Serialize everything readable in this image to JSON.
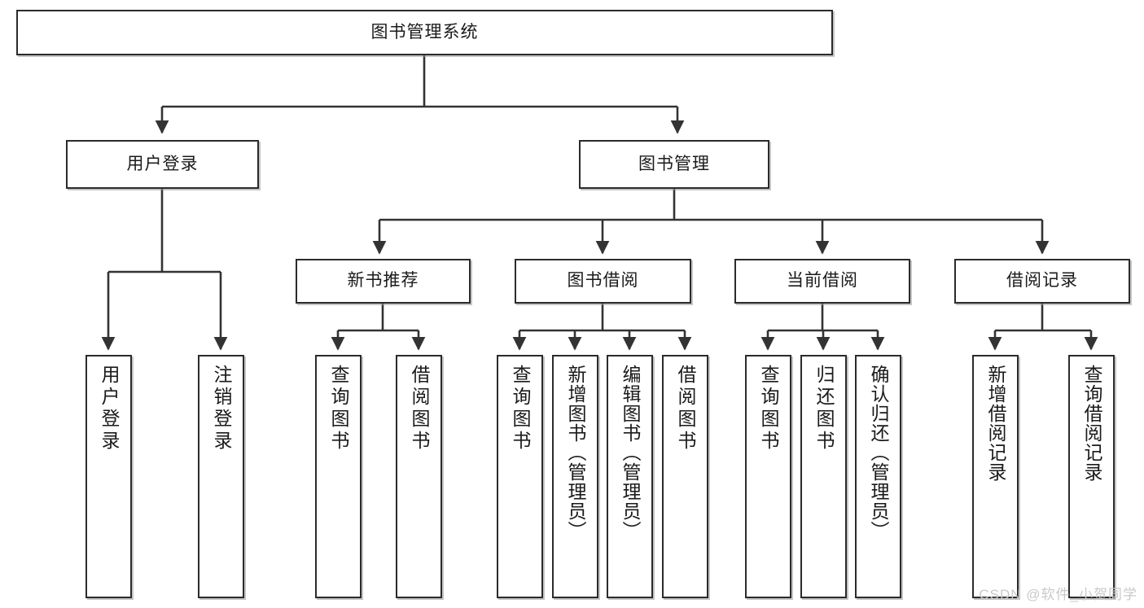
{
  "diagram": {
    "type": "tree",
    "title": "图书管理系统",
    "watermark": "CSDN @软件_小贺同学",
    "colors": {
      "background": "#ffffff",
      "border": "#2b2b2b",
      "text": "#1a1a1a",
      "connector": "#333333",
      "watermark": "#c9c9c9"
    },
    "levels": {
      "root": "图书管理系统",
      "level2": [
        "用户登录",
        "图书管理"
      ],
      "level3": [
        "新书推荐",
        "图书借阅",
        "当前借阅",
        "借阅记录"
      ]
    },
    "nodes": {
      "root": {
        "label": "图书管理系统"
      },
      "user_login": {
        "label": "用户登录"
      },
      "book_manage": {
        "label": "图书管理"
      },
      "new_book_rec": {
        "label": "新书推荐"
      },
      "book_borrow": {
        "label": "图书借阅"
      },
      "current_borrow": {
        "label": "当前借阅"
      },
      "borrow_record": {
        "label": "借阅记录"
      },
      "leaf_user_login": {
        "label": "用户登录"
      },
      "leaf_logout": {
        "label": "注销登录"
      },
      "leaf_query_book_1": {
        "label": "查询图书"
      },
      "leaf_borrow_book_1": {
        "label": "借阅图书"
      },
      "leaf_query_book_2": {
        "label": "查询图书"
      },
      "leaf_add_book": {
        "label": "新增图书（管理员）"
      },
      "leaf_edit_book": {
        "label": "编辑图书（管理员）"
      },
      "leaf_borrow_book_2": {
        "label": "借阅图书"
      },
      "leaf_query_book_3": {
        "label": "查询图书"
      },
      "leaf_return_book": {
        "label": "归还图书"
      },
      "leaf_confirm_return": {
        "label": "确认归还（管理员）"
      },
      "leaf_add_record": {
        "label": "新增借阅记录"
      },
      "leaf_query_record": {
        "label": "查询借阅记录"
      }
    },
    "edges": [
      {
        "from": "root",
        "to": "user_login"
      },
      {
        "from": "root",
        "to": "book_manage"
      },
      {
        "from": "user_login",
        "to": "leaf_user_login"
      },
      {
        "from": "user_login",
        "to": "leaf_logout"
      },
      {
        "from": "book_manage",
        "to": "new_book_rec"
      },
      {
        "from": "book_manage",
        "to": "book_borrow"
      },
      {
        "from": "book_manage",
        "to": "current_borrow"
      },
      {
        "from": "book_manage",
        "to": "borrow_record"
      },
      {
        "from": "new_book_rec",
        "to": "leaf_query_book_1"
      },
      {
        "from": "new_book_rec",
        "to": "leaf_borrow_book_1"
      },
      {
        "from": "book_borrow",
        "to": "leaf_query_book_2"
      },
      {
        "from": "book_borrow",
        "to": "leaf_add_book"
      },
      {
        "from": "book_borrow",
        "to": "leaf_edit_book"
      },
      {
        "from": "book_borrow",
        "to": "leaf_borrow_book_2"
      },
      {
        "from": "current_borrow",
        "to": "leaf_query_book_3"
      },
      {
        "from": "current_borrow",
        "to": "leaf_return_book"
      },
      {
        "from": "current_borrow",
        "to": "leaf_confirm_return"
      },
      {
        "from": "borrow_record",
        "to": "leaf_add_record"
      },
      {
        "from": "borrow_record",
        "to": "leaf_query_record"
      }
    ]
  }
}
